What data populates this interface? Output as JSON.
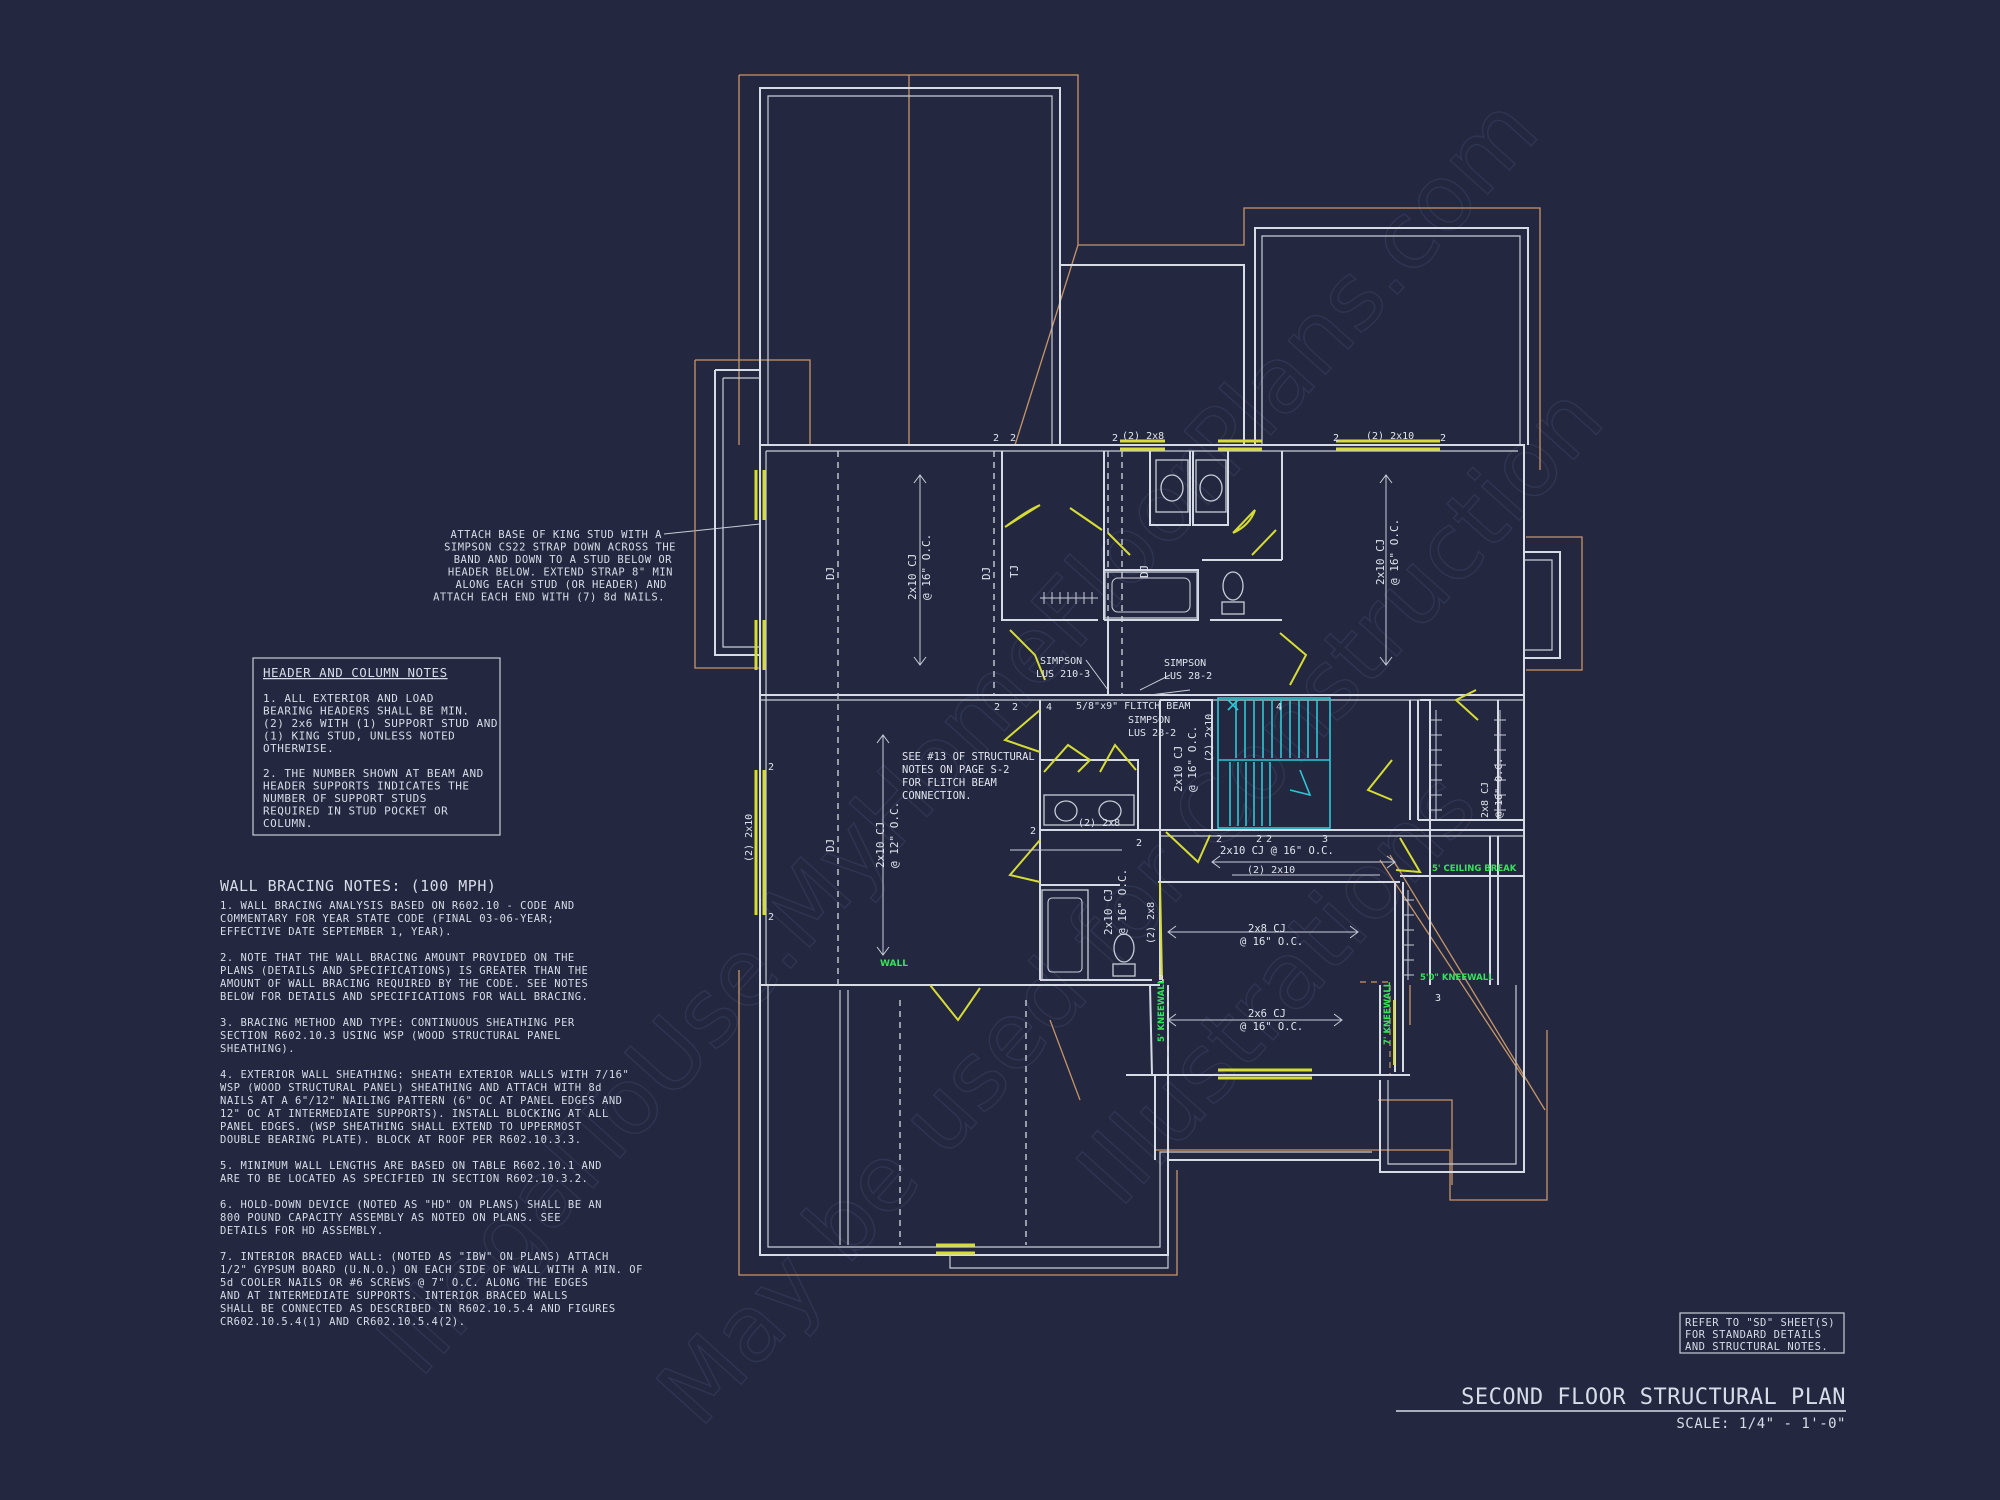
{
  "watermark": {
    "line1": "IllegalToUse.MyHomeFloorPlans.com",
    "line2": "May be used for Construction",
    "line3": "Illustrations"
  },
  "header_notes": {
    "title": "HEADER AND COLUMN NOTES",
    "lines": [
      "1. ALL EXTERIOR AND LOAD",
      "BEARING HEADERS SHALL BE MIN.",
      "(2) 2x6 WITH (1) SUPPORT STUD AND",
      "(1) KING STUD, UNLESS NOTED",
      "OTHERWISE.",
      "",
      "2. THE NUMBER SHOWN AT BEAM AND",
      "HEADER SUPPORTS INDICATES THE",
      "NUMBER OF SUPPORT STUDS",
      "REQUIRED IN STUD POCKET OR",
      "COLUMN."
    ]
  },
  "wall_bracing": {
    "title": "WALL BRACING NOTES: (100 MPH)",
    "lines": [
      "1. WALL BRACING ANALYSIS BASED ON R602.10 - CODE AND",
      "COMMENTARY FOR YEAR STATE CODE (FINAL 03-06-YEAR;",
      "EFFECTIVE DATE SEPTEMBER 1, YEAR).",
      "",
      "2. NOTE THAT THE WALL BRACING AMOUNT PROVIDED ON THE",
      "PLANS (DETAILS AND SPECIFICATIONS) IS GREATER THAN THE",
      "AMOUNT OF WALL BRACING REQUIRED BY THE CODE. SEE NOTES",
      "BELOW FOR DETAILS AND SPECIFICATIONS FOR WALL BRACING.",
      "",
      "3. BRACING METHOD AND TYPE: CONTINUOUS SHEATHING PER",
      "SECTION R602.10.3 USING WSP (WOOD STRUCTURAL PANEL",
      "SHEATHING).",
      "",
      "4. EXTERIOR WALL SHEATHING: SHEATH EXTERIOR WALLS WITH 7/16\"",
      "WSP (WOOD STRUCTURAL PANEL) SHEATHING AND ATTACH WITH 8d",
      "NAILS AT A 6\"/12\" NAILING PATTERN (6\" OC AT PANEL EDGES AND",
      "12\" OC AT INTERMEDIATE SUPPORTS). INSTALL BLOCKING AT ALL",
      "PANEL EDGES. (WSP SHEATHING SHALL EXTEND TO UPPERMOST",
      "DOUBLE BEARING PLATE). BLOCK AT ROOF PER R602.10.3.3.",
      "",
      "5. MINIMUM WALL LENGTHS ARE BASED ON TABLE R602.10.1 AND",
      "ARE TO BE LOCATED AS SPECIFIED IN SECTION R602.10.3.2.",
      "",
      "6. HOLD-DOWN DEVICE (NOTED AS \"HD\" ON PLANS) SHALL BE AN",
      "800 POUND CAPACITY ASSEMBLY AS NOTED ON PLANS. SEE",
      "DETAILS FOR HD ASSEMBLY.",
      "",
      "7. INTERIOR BRACED WALL: (NOTED AS \"IBW\" ON PLANS) ATTACH",
      "1/2\" GYPSUM BOARD (U.N.O.) ON EACH SIDE OF WALL WITH A MIN. OF",
      "5d COOLER NAILS OR #6 SCREWS @ 7\" O.C. ALONG THE EDGES",
      "AND AT INTERMEDIATE SUPPORTS. INTERIOR BRACED WALLS",
      "SHALL BE CONNECTED AS DESCRIBED IN R602.10.5.4 AND FIGURES",
      "CR602.10.5.4(1) AND CR602.10.5.4(2)."
    ]
  },
  "king_stud_note": [
    "ATTACH BASE OF KING STUD WITH A",
    "SIMPSON CS22 STRAP DOWN ACROSS THE",
    "BAND AND DOWN TO A STUD BELOW OR",
    "HEADER BELOW. EXTEND STRAP 8\" MIN",
    "ALONG EACH STUD (OR HEADER) AND",
    "ATTACH EACH END WITH (7) 8d NAILS."
  ],
  "flitch_note": [
    "SEE #13 OF STRUCTURAL",
    "NOTES ON PAGE S-2",
    "FOR FLITCH BEAM",
    "CONNECTION."
  ],
  "refer_note": [
    "REFER TO \"SD\" SHEET(S)",
    "FOR STANDARD DETAILS",
    "AND STRUCTURAL NOTES."
  ],
  "plan_title": "SECOND FLOOR STRUCTURAL PLAN",
  "plan_scale": "SCALE: 1/4\" - 1'-0\"",
  "plan_labels": {
    "hdr_2x8_top": "(2) 2x8",
    "hdr_2x10_top": "(2) 2x10",
    "cj_left": "2x10 CJ",
    "cj_left_oc": "@ 16\" O.C.",
    "cj_right": "2x10 CJ",
    "cj_right_oc": "@ 16\" O.C.",
    "dj_1": "DJ",
    "dj_2": "DJ",
    "dj_3": "DJ",
    "dj_4": "DJ",
    "tj": "TJ",
    "simpson_1": "SIMPSON",
    "simpson_1b": "LUS 210-3",
    "simpson_2": "SIMPSON",
    "simpson_2b": "LUS 28-2",
    "simpson_3": "SIMPSON",
    "simpson_3b": "LUS 28-2",
    "flitch": "5/8\"x9\" FLITCH BEAM",
    "hdr_2x10_left": "(2) 2x10",
    "cj_12": "2x10 CJ",
    "cj_12_oc": "@ 12\" O.C.",
    "wall": "WALL",
    "hdr_2x8_mid": "(2) 2x8",
    "cj_mid": "2x10 CJ",
    "cj_mid_oc": "@ 16\" O.C.",
    "hdr_2x10_row": "2x10 CJ @ 16\" O.C.",
    "hdr_2x10_mid": "(2) 2x10",
    "cj_stair": "2x10 CJ",
    "cj_stair_oc": "@ 16\" O.C.",
    "hdr_2x10_stair": "(2) 2x10",
    "cj_2x8_1": "2x8 CJ",
    "cj_2x8_1_oc": "@ 16\" O.C.",
    "cj_2x6": "2x6 CJ",
    "cj_2x6_oc": "@ 16\" O.C.",
    "cj_closet": "2x8 CJ",
    "cj_closet_oc": "@ 16\" O.C.",
    "hdr_2x8_vert": "(2) 2x8",
    "ceiling_break": "5' CEILING BREAK",
    "kneewall_1": "5'0\" KNEEWALL",
    "kneewall_2": "5' KNEEWALL",
    "kneewall_3": "7' KNEEWALL",
    "n2": "2",
    "n3": "3",
    "n4": "4"
  }
}
